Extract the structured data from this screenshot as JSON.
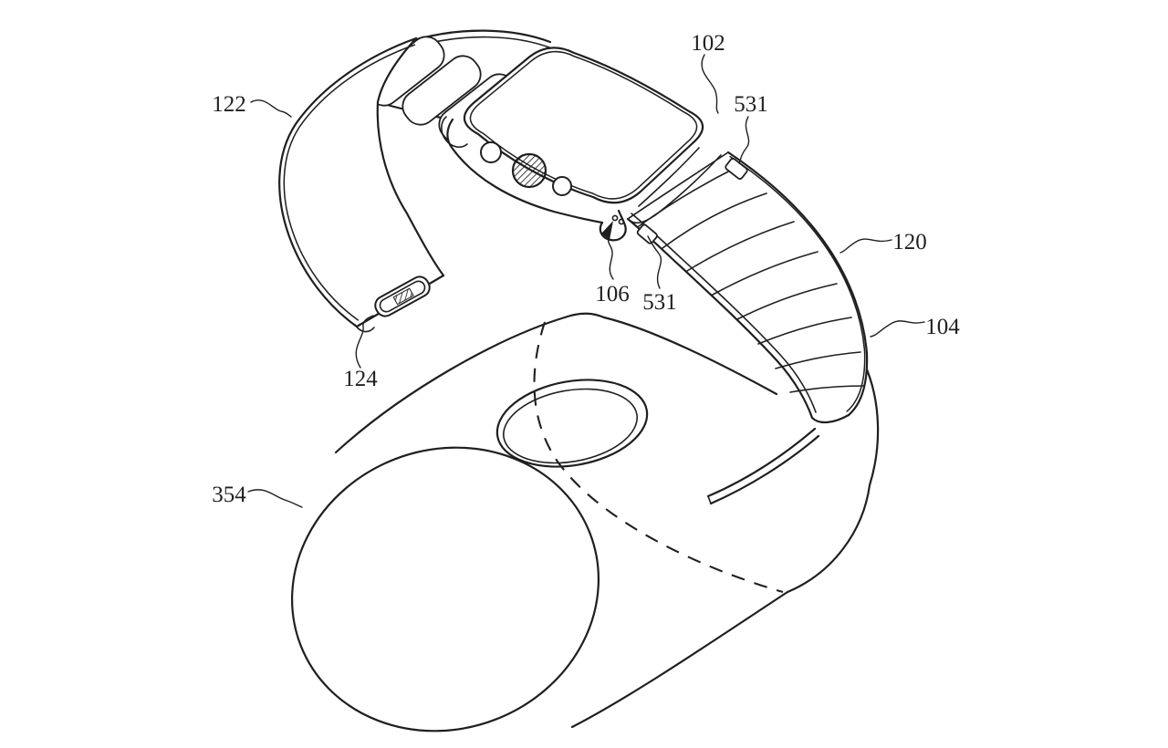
{
  "figure": {
    "kind": "patent-line-drawing",
    "subject": "Smartwatch with link bracelet band draped over a cylindrical charging dock",
    "background_color": "#ffffff",
    "line_color": "#1f1f1f",
    "labels": [
      {
        "id": "102",
        "text": "102",
        "points_to": "watch body / display"
      },
      {
        "id": "531-upper",
        "text": "531",
        "points_to": "band tab near upper lug"
      },
      {
        "id": "122",
        "text": "122",
        "points_to": "left strap segment"
      },
      {
        "id": "120",
        "text": "120",
        "points_to": "link band outer surface"
      },
      {
        "id": "104",
        "text": "104",
        "points_to": "band lower portion"
      },
      {
        "id": "106",
        "text": "106",
        "points_to": "lug / attachment pin (arrow)"
      },
      {
        "id": "531-lower",
        "text": "531",
        "points_to": "band tab near lower lug"
      },
      {
        "id": "124",
        "text": "124",
        "points_to": "strap clasp"
      },
      {
        "id": "354",
        "text": "354",
        "points_to": "cylindrical dock body"
      }
    ]
  }
}
